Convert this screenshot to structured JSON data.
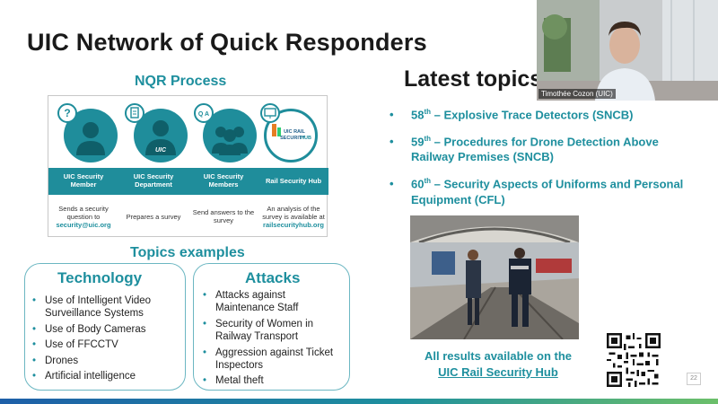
{
  "slide": {
    "title": "UIC Network of Quick Responders",
    "page_number": "22"
  },
  "nqr": {
    "title": "NQR Process",
    "logo_text_1": "UIC RAIL",
    "logo_text_2": "SECURITY",
    "logo_text_3": "HUB",
    "roles": [
      {
        "header": "UIC Security Member",
        "desc_plain": "Sends a security question to",
        "desc_bold": "security@uic.org"
      },
      {
        "header": "UIC Security Department",
        "desc_plain": "Prepares a survey",
        "desc_bold": ""
      },
      {
        "header": "UIC Security Members",
        "desc_plain": "Send answers to the survey",
        "desc_bold": ""
      },
      {
        "header": "Rail Security Hub",
        "desc_plain": "An analysis of the survey is available at",
        "desc_bold": "railsecurityhub.org"
      }
    ]
  },
  "topics_examples": {
    "title": "Topics examples",
    "technology": {
      "title": "Technology",
      "items": [
        "Use of Intelligent Video Surveillance Systems",
        "Use of Body Cameras",
        "Use of FFCCTV",
        "Drones",
        "Artificial intelligence"
      ]
    },
    "attacks": {
      "title": "Attacks",
      "items": [
        "Attacks against Maintenance Staff",
        "Security of Women in Railway Transport",
        "Aggression against Ticket Inspectors",
        "Metal theft"
      ]
    }
  },
  "latest": {
    "title": "Latest topics",
    "items": [
      {
        "num": "58",
        "sup": "th",
        "text": " – Explosive Trace Detectors (SNCB)"
      },
      {
        "num": "59",
        "sup": "th",
        "text": " – Procedures for Drone Detection Above Railway Premises (SNCB)"
      },
      {
        "num": "60",
        "sup": "th",
        "text": " – Security Aspects of Uniforms and Personal Equipment (CFL)"
      }
    ]
  },
  "video": {
    "participant_name": "Timothée Cozon (UIC)"
  },
  "results": {
    "line1": "All results available on the",
    "link": "UIC Rail Security Hub"
  },
  "colors": {
    "accent": "#1e8f9e",
    "dark_text": "#1a1a1a"
  }
}
